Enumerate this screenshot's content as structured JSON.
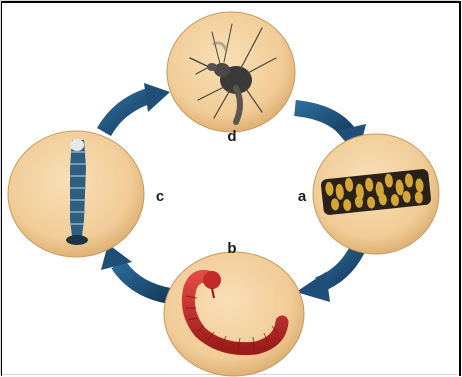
{
  "diagram": {
    "stages": [
      {
        "id": "d",
        "label": "d",
        "subject": "adult-mosquito"
      },
      {
        "id": "a",
        "label": "a",
        "subject": "egg-raft"
      },
      {
        "id": "b",
        "label": "b",
        "subject": "red-larva"
      },
      {
        "id": "c",
        "label": "c",
        "subject": "pupa"
      }
    ],
    "colors": {
      "circle_fill": "#f1cc97",
      "circle_edge": "#c79a5e",
      "arrow": "#1f4f79",
      "larva": "#c32a2a"
    }
  }
}
